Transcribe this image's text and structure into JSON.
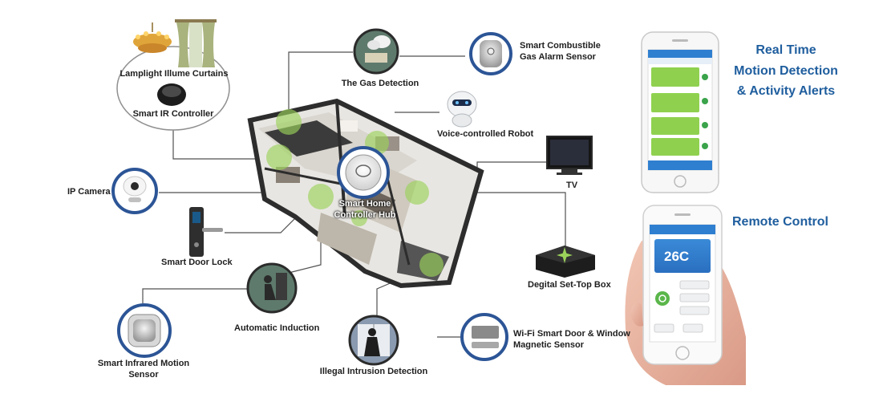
{
  "labels": {
    "lamplight": "Lamplight Illume Curtains",
    "ir_controller": "Smart IR Controller",
    "gas_detection": "The Gas Detection",
    "gas_sensor_l1": "Smart Combustible",
    "gas_sensor_l2": "Gas Alarm Sensor",
    "robot": "Voice-controlled Robot",
    "ip_camera": "IP Camera",
    "tv": "TV",
    "hub_l1": "Smart Home",
    "hub_l2": "Controller Hub",
    "door_lock": "Smart Door Lock",
    "set_top_box": "Degital Set-Top Box",
    "automatic_induction": "Automatic Induction",
    "intrusion": "Illegal Intrusion Detection",
    "door_sensor_l1": "Wi-Fi Smart Door & Window",
    "door_sensor_l2": "Magnetic Sensor",
    "infrared_l1": "Smart Infrared Motion",
    "infrared_l2": "Sensor"
  },
  "headings": {
    "realtime_l1": "Real Time",
    "realtime_l2": "Motion Detection",
    "realtime_l3": "& Activity Alerts",
    "remote": "Remote Control"
  },
  "phone_remote": {
    "temperature": "26C"
  },
  "colors": {
    "heading": "#1f5e9e",
    "ring": "#2c5596",
    "hotspot": "#9bd35a",
    "line": "#505050"
  },
  "icons": [
    "chandelier-icon",
    "curtain-icon",
    "ir-controller-icon",
    "gas-flame-icon",
    "gas-sensor-icon",
    "robot-icon",
    "ip-camera-icon",
    "tv-icon",
    "hub-icon",
    "door-lock-icon",
    "set-top-box-icon",
    "induction-icon",
    "intrusion-icon",
    "door-sensor-icon",
    "motion-sensor-icon",
    "smartphone-icon",
    "hand-icon"
  ]
}
